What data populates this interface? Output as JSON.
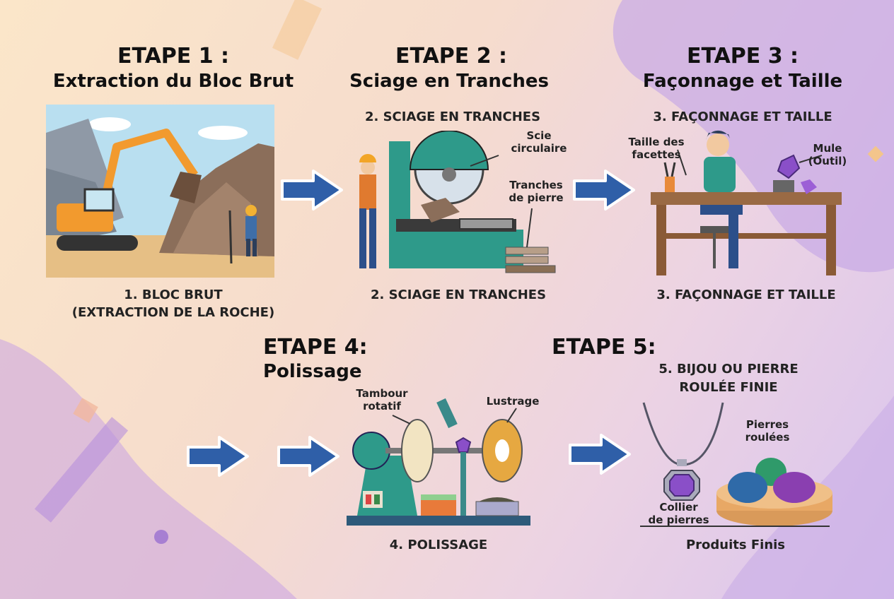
{
  "steps": [
    {
      "etape": "ETAPE 1 :",
      "subtitle": "Extraction du Bloc Brut",
      "caption_line1": "1. BLOC BRUT",
      "caption_line2": "(EXTRACTION DE LA ROCHE)"
    },
    {
      "etape": "ETAPE 2 :",
      "subtitle": "Sciage en Tranches",
      "top_caption": "2. SCIAGE EN TRANCHES",
      "caption": "2. SCIAGE EN TRANCHES",
      "labels": {
        "scie_1": "Scie",
        "scie_2": "circulaire",
        "tranches_1": "Tranches",
        "tranches_2": "de pierre"
      }
    },
    {
      "etape": "ETAPE 3 :",
      "subtitle": "Façonnage et Taille",
      "top_caption": "3. FAÇONNAGE ET TAILLE",
      "caption": "3. FAÇONNAGE ET TAILLE",
      "labels": {
        "taille_1": "Taille des",
        "taille_2": "facettes",
        "mule_1": "Mule",
        "mule_2": "(Outil)"
      }
    },
    {
      "etape": "ETAPE 4:",
      "subtitle": "Polissage",
      "caption": "4. POLISSAGE",
      "labels": {
        "tambour_1": "Tambour",
        "tambour_2": "rotatif",
        "lustrage": "Lustrage"
      }
    },
    {
      "etape": "ETAPE 5:",
      "top_caption_line1": "5. BIJOU OU PIERRE",
      "top_caption_line2": "ROULÉE FINIE",
      "caption": "Produits Finis",
      "labels": {
        "pierres_1": "Pierres",
        "pierres_2": "roulées",
        "collier_1": "Collier",
        "collier_2": "de pierres"
      }
    }
  ],
  "colors": {
    "arrow_fill": "#2f5fa8",
    "arrow_outline": "#ffffff",
    "machine_teal": "#2e9a8a",
    "amethyst": "#8a4fc8"
  }
}
